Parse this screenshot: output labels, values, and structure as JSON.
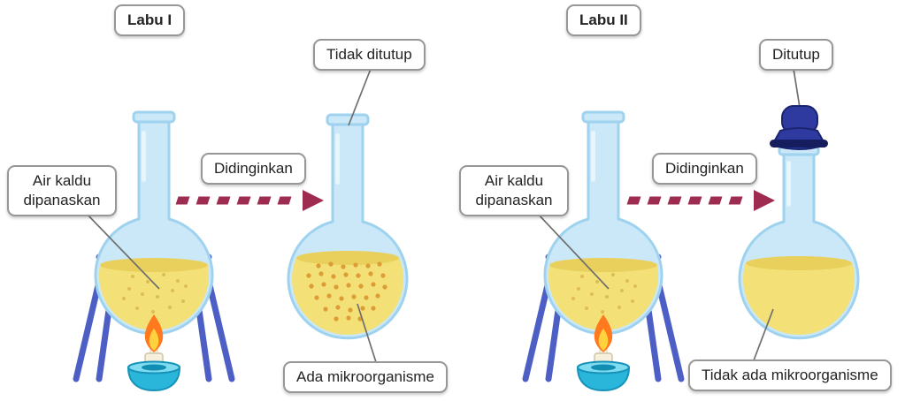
{
  "diagram": {
    "panels": [
      {
        "title": "Labu I",
        "heated_label": "Air kaldu dipanaskan",
        "cooled_label": "Didinginkan",
        "cover_label": "Tidak ditutup",
        "result_label": "Ada mikroorganisme"
      },
      {
        "title": "Labu II",
        "heated_label": "Air kaldu dipanaskan",
        "cooled_label": "Didinginkan",
        "cover_label": "Ditutup",
        "result_label": "Tidak ada mikroorganisme"
      }
    ],
    "colors": {
      "glass": "#cbe8f8",
      "glass_outline": "#9ed2ee",
      "broth": "#f3e077",
      "broth_surface": "#e9d05c",
      "speckle": "#d8b84e",
      "microbe_dot": "#dd9c35",
      "stand": "#4d5fc4",
      "burner": "#2ab5da",
      "burner_dark": "#1793ba",
      "flame_outer": "#ff7a1f",
      "flame_inner": "#ffd23e",
      "stopper": "#2e3aa0",
      "stopper_band": "#151d5e",
      "arrow": "#9e2b50",
      "leader_line": "#6f6f6f"
    }
  }
}
